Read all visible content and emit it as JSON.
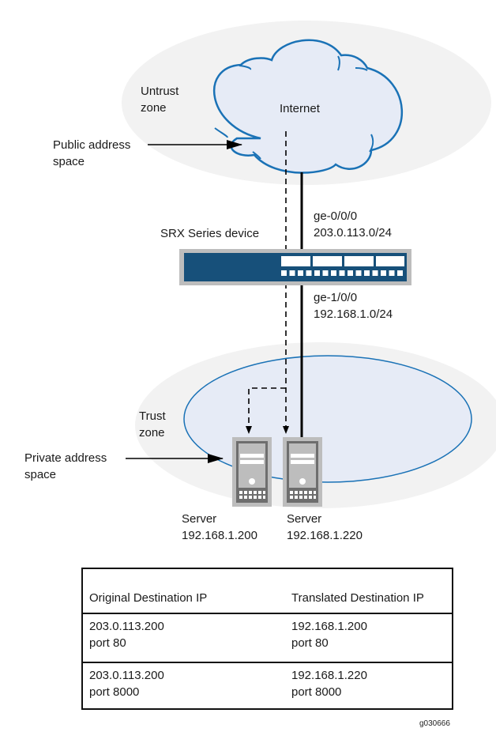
{
  "diagram": {
    "untrust_zone": {
      "label_line1": "Untrust",
      "label_line2": "zone"
    },
    "internet": {
      "label": "Internet"
    },
    "public_space": {
      "label_line1": "Public address",
      "label_line2": "space"
    },
    "device": {
      "label": "SRX Series device"
    },
    "interface_top": {
      "name": "ge-0/0/0",
      "subnet": "203.0.113.0/24"
    },
    "interface_bottom": {
      "name": "ge-1/0/0",
      "subnet": "192.168.1.0/24"
    },
    "trust_zone": {
      "label_line1": "Trust",
      "label_line2": "zone"
    },
    "private_space": {
      "label_line1": "Private address",
      "label_line2": "space"
    },
    "servers": [
      {
        "label": "Server",
        "ip": "192.168.1.200"
      },
      {
        "label": "Server",
        "ip": "192.168.1.220"
      }
    ],
    "colors": {
      "zone_fill": "#f2f2f2",
      "cloud_fill": "#e6ebf6",
      "cloud_stroke": "#1a72b6",
      "device_blue": "#17507a",
      "device_border": "#bdbdbd",
      "server_grey": "#bdbdbd",
      "server_dark": "#6e6e6e"
    }
  },
  "table": {
    "headers": [
      "Original Destination IP",
      "Translated Destination IP"
    ],
    "rows": [
      {
        "original": [
          "203.0.113.200",
          "port 80"
        ],
        "translated": [
          "192.168.1.200",
          "port 80"
        ]
      },
      {
        "original": [
          "203.0.113.200",
          "port 8000"
        ],
        "translated": [
          "192.168.1.220",
          "port 8000"
        ]
      }
    ]
  },
  "figure_id": "g030666"
}
